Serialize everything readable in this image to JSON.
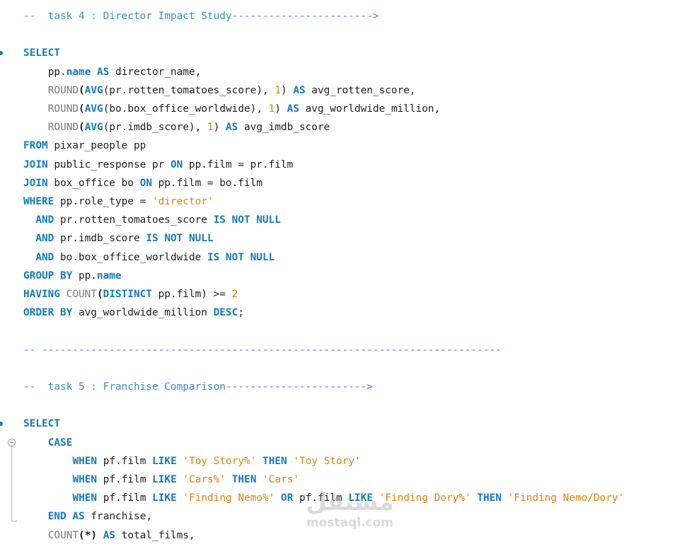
{
  "editor": {
    "colors": {
      "keyword": "#1479c0",
      "function": "#7a7a7a",
      "string": "#e0800f",
      "number": "#e0800f",
      "comment": "#3a8cc8"
    },
    "lines": [
      {
        "indent": 0,
        "tokens": [
          {
            "c": "c",
            "t": "--  task 4 : Director Impact Study----------------------->"
          }
        ]
      },
      {
        "indent": 0,
        "tokens": []
      },
      {
        "indent": 0,
        "marker": true,
        "tokens": [
          {
            "c": "k",
            "t": "SELECT"
          }
        ]
      },
      {
        "indent": 4,
        "tokens": [
          {
            "c": "p",
            "t": "pp."
          },
          {
            "c": "k",
            "t": "name"
          },
          {
            "c": "p",
            "t": " "
          },
          {
            "c": "k",
            "t": "AS"
          },
          {
            "c": "p",
            "t": " director_name,"
          }
        ]
      },
      {
        "indent": 4,
        "tokens": [
          {
            "c": "f",
            "t": "ROUND"
          },
          {
            "c": "bp",
            "t": "("
          },
          {
            "c": "k",
            "t": "AVG"
          },
          {
            "c": "p",
            "t": "(pr.rotten_tomatoes_score), "
          },
          {
            "c": "n",
            "t": "1"
          },
          {
            "c": "p",
            "t": ") "
          },
          {
            "c": "k",
            "t": "AS"
          },
          {
            "c": "p",
            "t": " avg_rotten_score,"
          }
        ]
      },
      {
        "indent": 4,
        "tokens": [
          {
            "c": "f",
            "t": "ROUND"
          },
          {
            "c": "bp",
            "t": "("
          },
          {
            "c": "k",
            "t": "AVG"
          },
          {
            "c": "p",
            "t": "(bo.box_office_worldwide), "
          },
          {
            "c": "n",
            "t": "1"
          },
          {
            "c": "p",
            "t": ") "
          },
          {
            "c": "k",
            "t": "AS"
          },
          {
            "c": "p",
            "t": " avg_worldwide_million,"
          }
        ]
      },
      {
        "indent": 4,
        "tokens": [
          {
            "c": "f",
            "t": "ROUND"
          },
          {
            "c": "bp",
            "t": "("
          },
          {
            "c": "k",
            "t": "AVG"
          },
          {
            "c": "p",
            "t": "(pr.imdb_score), "
          },
          {
            "c": "n",
            "t": "1"
          },
          {
            "c": "p",
            "t": ") "
          },
          {
            "c": "k",
            "t": "AS"
          },
          {
            "c": "p",
            "t": " avg_imdb_score"
          }
        ]
      },
      {
        "indent": 0,
        "tokens": [
          {
            "c": "k",
            "t": "FROM"
          },
          {
            "c": "p",
            "t": " pixar_people pp"
          }
        ]
      },
      {
        "indent": 0,
        "tokens": [
          {
            "c": "k",
            "t": "JOIN"
          },
          {
            "c": "p",
            "t": " public_response pr "
          },
          {
            "c": "k",
            "t": "ON"
          },
          {
            "c": "p",
            "t": " pp.film = pr.film"
          }
        ]
      },
      {
        "indent": 0,
        "tokens": [
          {
            "c": "k",
            "t": "JOIN"
          },
          {
            "c": "p",
            "t": " box_office bo "
          },
          {
            "c": "k",
            "t": "ON"
          },
          {
            "c": "p",
            "t": " pp.film = bo.film"
          }
        ]
      },
      {
        "indent": 0,
        "tokens": [
          {
            "c": "k",
            "t": "WHERE"
          },
          {
            "c": "p",
            "t": " pp.role_type = "
          },
          {
            "c": "s",
            "t": "'director'"
          }
        ]
      },
      {
        "indent": 2,
        "tokens": [
          {
            "c": "k",
            "t": "AND"
          },
          {
            "c": "p",
            "t": " pr.rotten_tomatoes_score "
          },
          {
            "c": "k",
            "t": "IS NOT NULL"
          }
        ]
      },
      {
        "indent": 2,
        "tokens": [
          {
            "c": "k",
            "t": "AND"
          },
          {
            "c": "p",
            "t": " pr.imdb_score "
          },
          {
            "c": "k",
            "t": "IS NOT NULL"
          }
        ]
      },
      {
        "indent": 2,
        "tokens": [
          {
            "c": "k",
            "t": "AND"
          },
          {
            "c": "p",
            "t": " bo.box_office_worldwide "
          },
          {
            "c": "k",
            "t": "IS NOT NULL"
          }
        ]
      },
      {
        "indent": 0,
        "tokens": [
          {
            "c": "k",
            "t": "GROUP BY"
          },
          {
            "c": "p",
            "t": " pp."
          },
          {
            "c": "k",
            "t": "name"
          }
        ]
      },
      {
        "indent": 0,
        "tokens": [
          {
            "c": "k",
            "t": "HAVING"
          },
          {
            "c": "p",
            "t": " "
          },
          {
            "c": "f",
            "t": "COUNT"
          },
          {
            "c": "bp",
            "t": "("
          },
          {
            "c": "k",
            "t": "DISTINCT"
          },
          {
            "c": "p",
            "t": " pp.film) >= "
          },
          {
            "c": "n",
            "t": "2"
          }
        ]
      },
      {
        "indent": 0,
        "tokens": [
          {
            "c": "k",
            "t": "ORDER BY"
          },
          {
            "c": "p",
            "t": " avg_worldwide_million "
          },
          {
            "c": "k",
            "t": "DESC"
          },
          {
            "c": "p",
            "t": ";"
          }
        ]
      },
      {
        "indent": 0,
        "tokens": []
      },
      {
        "indent": 0,
        "tokens": [
          {
            "c": "c",
            "t": "-- ---------------------------------------------------------------------------"
          }
        ]
      },
      {
        "indent": 0,
        "tokens": []
      },
      {
        "indent": 0,
        "tokens": [
          {
            "c": "c",
            "t": "--  task 5 : Franchise Comparison----------------------->"
          }
        ]
      },
      {
        "indent": 0,
        "tokens": []
      },
      {
        "indent": 0,
        "marker": true,
        "tokens": [
          {
            "c": "k",
            "t": "SELECT"
          }
        ]
      },
      {
        "indent": 4,
        "tokens": [
          {
            "c": "k",
            "t": "CASE"
          }
        ]
      },
      {
        "indent": 8,
        "tokens": [
          {
            "c": "k",
            "t": "WHEN"
          },
          {
            "c": "p",
            "t": " pf.film "
          },
          {
            "c": "k",
            "t": "LIKE"
          },
          {
            "c": "p",
            "t": " "
          },
          {
            "c": "s",
            "t": "'Toy Story%'"
          },
          {
            "c": "p",
            "t": " "
          },
          {
            "c": "k",
            "t": "THEN"
          },
          {
            "c": "p",
            "t": " "
          },
          {
            "c": "s",
            "t": "'Toy Story'"
          }
        ]
      },
      {
        "indent": 8,
        "tokens": [
          {
            "c": "k",
            "t": "WHEN"
          },
          {
            "c": "p",
            "t": " pf.film "
          },
          {
            "c": "k",
            "t": "LIKE"
          },
          {
            "c": "p",
            "t": " "
          },
          {
            "c": "s",
            "t": "'Cars%'"
          },
          {
            "c": "p",
            "t": " "
          },
          {
            "c": "k",
            "t": "THEN"
          },
          {
            "c": "p",
            "t": " "
          },
          {
            "c": "s",
            "t": "'Cars'"
          }
        ]
      },
      {
        "indent": 8,
        "tokens": [
          {
            "c": "k",
            "t": "WHEN"
          },
          {
            "c": "p",
            "t": " pf.film "
          },
          {
            "c": "k",
            "t": "LIKE"
          },
          {
            "c": "p",
            "t": " "
          },
          {
            "c": "s",
            "t": "'Finding Nemo%'"
          },
          {
            "c": "p",
            "t": " "
          },
          {
            "c": "k",
            "t": "OR"
          },
          {
            "c": "p",
            "t": " pf.film "
          },
          {
            "c": "k",
            "t": "LIKE"
          },
          {
            "c": "p",
            "t": " "
          },
          {
            "c": "s",
            "t": "'Finding Dory%'"
          },
          {
            "c": "p",
            "t": " "
          },
          {
            "c": "k",
            "t": "THEN"
          },
          {
            "c": "p",
            "t": " "
          },
          {
            "c": "s",
            "t": "'Finding Nemo/Dory'"
          }
        ]
      },
      {
        "indent": 4,
        "tokens": [
          {
            "c": "k",
            "t": "END"
          },
          {
            "c": "p",
            "t": " "
          },
          {
            "c": "k",
            "t": "AS"
          },
          {
            "c": "p",
            "t": " franchise,"
          }
        ]
      },
      {
        "indent": 4,
        "tokens": [
          {
            "c": "f",
            "t": "COUNT"
          },
          {
            "c": "bp",
            "t": "(*)"
          },
          {
            "c": "p",
            "t": " "
          },
          {
            "c": "k",
            "t": "AS"
          },
          {
            "c": "p",
            "t": " total_films,"
          }
        ]
      }
    ]
  },
  "watermark": {
    "arabic": "مستقل",
    "latin": "mostaql.com"
  }
}
